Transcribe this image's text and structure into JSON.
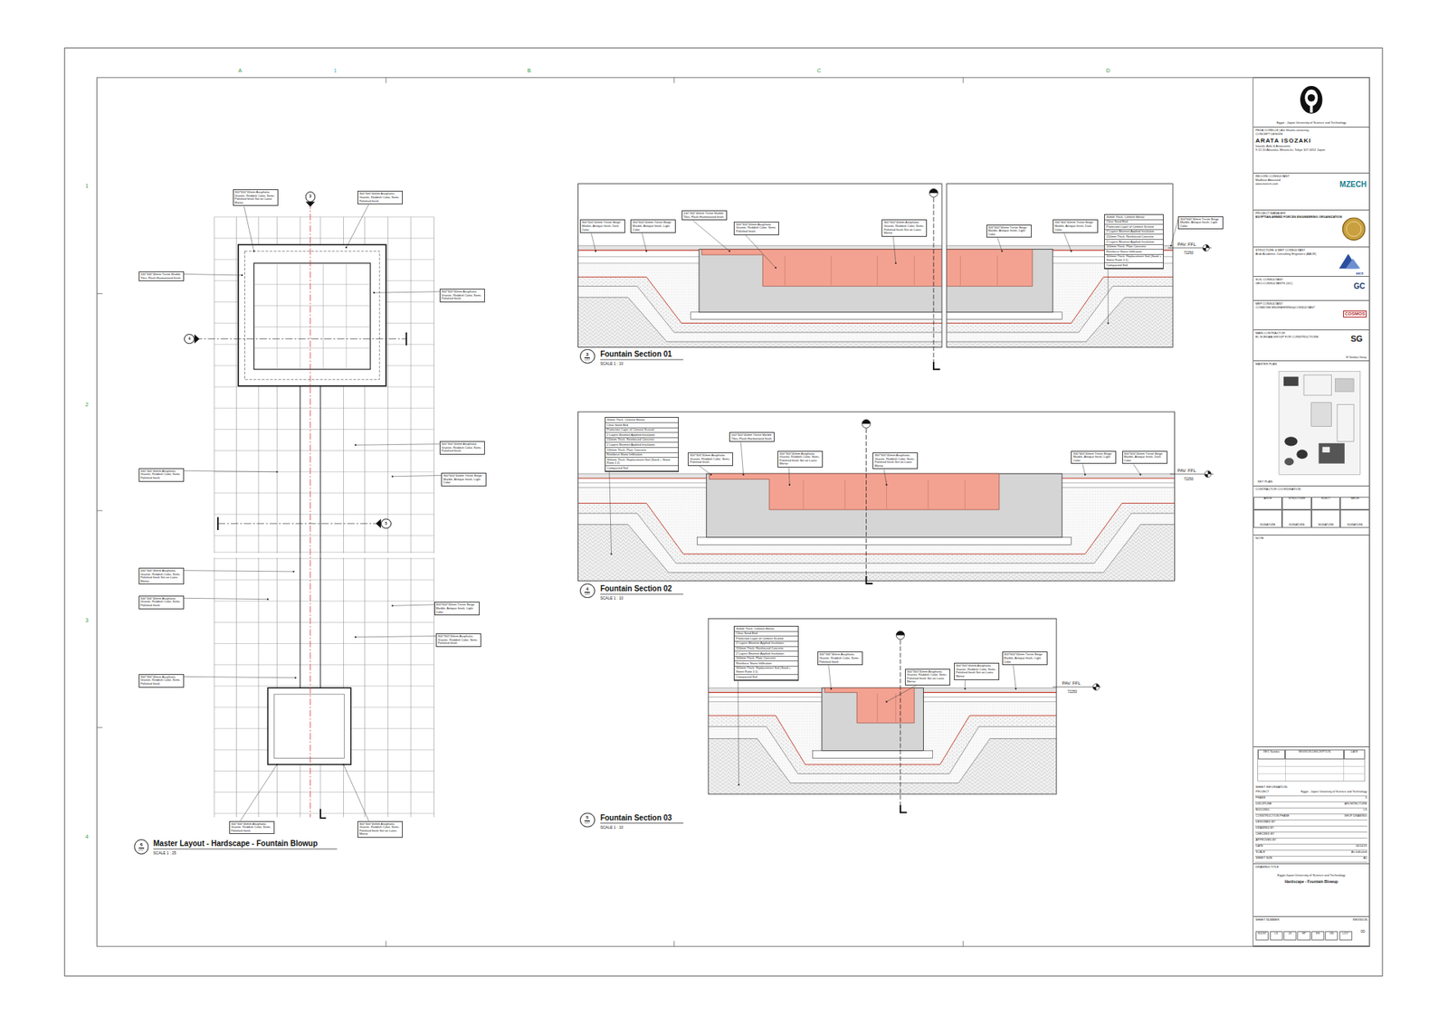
{
  "diagram": {
    "nodes": [
      {
        "text": [
          "300*600*40mm Asuphatia Granite, Reddish Color, Semi-Polished finish Set on Latex Mortar"
        ]
      },
      {
        "text": [
          "300*300*40mm Asuphatia Granite, Reddish Color, Semi-Polished finish"
        ]
      },
      {
        "text": [
          "100*300*40mm Treste Marble Tiles, Flush Harmonized finish"
        ]
      },
      {
        "text": [
          "300*300*40mm Asuphatia Granite, Reddish Color, Semi-Polished finish"
        ]
      },
      {
        "text": [
          "300*300*40mm Asuphatia Granite, Reddish Color, Semi-Polished finish"
        ]
      },
      {
        "text": [
          "300*300*40mm Asuphatia Granite, Reddish Color, Semi-Polished finish"
        ]
      },
      {
        "text": [
          "300*600*40mm Treste Beige Marble, Antique finish, Light Color"
        ]
      },
      {
        "text": [
          "300*300*40mm Asuphatia Granite, Reddish Color, Semi-Polished finish Set on Latex Mortar"
        ]
      },
      {
        "text": [
          "300*300*40mm Asuphatia Granite, Reddish Color, Semi-Polished finish"
        ]
      },
      {
        "text": [
          "300*600*40mm Treste Beige Marble, Antique finish, Light Color"
        ]
      },
      {
        "text": [
          "300*300*40mm Asuphatia Granite, Reddish Color, Semi-Polished finish"
        ]
      },
      {
        "text": [
          "300*300*40mm Asuphatia Granite, Reddish Color, Semi-Polished finish"
        ]
      },
      {
        "text": [
          "300*300*40mm Asuphatia Granite, Reddish Color, Semi-Polished finish"
        ]
      },
      {
        "text": [
          "300*300*40mm Asuphatia Granite, Reddish Color, Semi-Polished finish Set on Latex Mortar"
        ]
      },
      {
        "text": [
          "3"
        ]
      },
      {
        "text": [
          "4"
        ]
      },
      {
        "text": [
          "5"
        ]
      },
      {
        "text": [
          "300*600*40mm Treste Beige Marble, Antique finish, Dark Color"
        ]
      },
      {
        "text": [
          "300*600*40mm Treste Beige Marble, Antique finish, Light Color"
        ]
      },
      {
        "text": [
          "100*300*40mm Treste Marble Tiles, Flush Harmonized finish"
        ]
      },
      {
        "text": [
          "300*300*40mm Asuphatia Granite, Reddish Color, Semi-Polished finish"
        ]
      },
      {
        "text": [
          "300*300*40mm Asuphatia Granite, Reddish Color, Semi-Polished finish Set on Latex Mortar"
        ]
      },
      {
        "text": [
          "300*600*40mm Treste Beige Marble, Antique finish, Light Color"
        ]
      },
      {
        "text": [
          "300*600*40mm Treste Beige Marble, Antique finish, Dark Color"
        ]
      },
      {
        "text": [
          "30mm Thick. Cement Mortar",
          "Clear Sand Bed",
          "Protection Layer of Cement Screed",
          "2 Layers Bitumen Applied Insulation",
          "150mm Thick. Reinforced Concrete",
          "2 Layers Bitumen Applied Insulation",
          "100mm Thick. Plain Concrete",
          "Reinforce Stone Infiltration",
          "300mm Thick. Replacement Soil (Sand + Stone Ratio 1:1)",
          "Compacted Soil"
        ]
      },
      {
        "text": [
          "300*600*40mm Treste Beige Marble, Antique finish, Light Color"
        ]
      },
      {
        "text": [
          "30mm Thick. Cement Mortar",
          "Clear Sand Bed",
          "Protection Layer of Cement Screed",
          "2 Layers Bitumen Applied Insulation",
          "150mm Thick. Reinforced Concrete",
          "2 Layers Bitumen Applied Insulation",
          "100mm Thick. Plain Concrete",
          "Reinforce Stone Infiltration",
          "300mm Thick. Replacement Soil (Sand + Stone Ratio 1:1)",
          "Compacted Soil"
        ]
      },
      {
        "text": [
          "100*300*40mm Treste Marble Tiles, Flush Harmonized finish"
        ]
      },
      {
        "text": [
          "300*300*40mm Asuphatia Granite, Reddish Color, Semi-Polished finish"
        ]
      },
      {
        "text": [
          "300*300*40mm Asuphatia Granite, Reddish Color, Semi-Polished finish Set on Latex Mortar"
        ]
      },
      {
        "text": [
          "300*300*40mm Asuphatia Granite, Reddish Color, Semi-Polished finish Set on Latex Mortar"
        ]
      },
      {
        "text": [
          "300*600*40mm Treste Beige Marble, Antique finish, Light Color"
        ]
      },
      {
        "text": [
          "300*600*40mm Treste Beige Marble, Antique finish, Dark Color"
        ]
      },
      {
        "text": [
          "30mm Thick. Cement Mortar",
          "Clear Sand Bed",
          "Protection Layer of Cement Screed",
          "2 Layers Bitumen Applied Insulation",
          "150mm Thick. Reinforced Concrete",
          "2 Layers Bitumen Applied Insulation",
          "100mm Thick. Plain Concrete",
          "Reinforce Stone Infiltration",
          "300mm Thick. Replacement Soil (Sand + Stone Ratio 1:1)",
          "Compacted Soil"
        ]
      },
      {
        "text": [
          "300*300*40mm Asuphatia Granite, Reddish Color, Semi-Polished finish"
        ]
      },
      {
        "text": [
          "300*300*40mm Asuphatia Granite, Reddish Color, Semi-Polished finish Set on Latex Mortar"
        ]
      },
      {
        "text": [
          "300*300*40mm Asuphatia Granite, Reddish Color, Semi-Polished finish Set on Latex Mortar"
        ]
      },
      {
        "text": [
          "300*600*40mm Treste Beige Marble, Antique finish, Light Color"
        ]
      },
      {
        "text": [
          "3",
          "L217"
        ]
      },
      {
        "text": [
          "4",
          "L217"
        ]
      },
      {
        "text": [
          "5",
          "L217"
        ]
      },
      {
        "text": [
          "6",
          "L217"
        ]
      },
      {
        "text": [
          "Egypt - Japan University of Science and Technology"
        ]
      },
      {
        "text": [
          "PEDA CORELLE | Ain Shams university",
          "CONCEPT DESIGN",
          "ARATA ISOZAKI",
          "Isozaki, Aoki & Associates",
          "9-12-10 Akasaka, Minato-ku, Tokyo 107-0052 Japan"
        ]
      },
      {
        "text": [
          "RECORD CONSULTANT",
          "MZECH",
          "Madkour Abouseid",
          "www.mzech.com"
        ]
      },
      {
        "text": [
          "PROJECT MANAGER",
          "EGYPTIAN ARMED FORCES ENGINEERING ORGANIZATION"
        ]
      },
      {
        "text": [
          "STRUCTURE & MEP CONSULTANT",
          "Arab Academic Consulting Engineers (AACE)",
          "AACE"
        ]
      },
      {
        "text": [
          "SOIL CONSULTANT",
          "GEO-CONSULTANTS (GC)",
          "GC"
        ]
      },
      {
        "text": [
          "MEP CONSULTANT",
          "COSMOSE ENGINEERING&CONSULTANT",
          "COSMOS"
        ]
      },
      {
        "text": [
          "MAIN CONTRACTOR",
          "EL SOEDAA GROUP FOR CONSTRUCTIONS",
          "SG",
          "El Soedaa Group"
        ]
      },
      {
        "text": [
          "MASTER PLAN",
          "KEY PLAN"
        ]
      },
      {
        "text": [
          "CONTRACTOR COORDINATION"
        ]
      },
      {
        "text": [
          "ARCH"
        ],
        "in": 51
      },
      {
        "text": [
          "STRUCTURE"
        ],
        "in": 51
      },
      {
        "text": [
          "ELECT"
        ],
        "in": 51
      },
      {
        "text": [
          "MECH"
        ],
        "in": 51
      },
      {
        "text": [
          "SIGNATURE"
        ],
        "in": 51
      },
      {
        "text": [
          "SIGNATURE"
        ],
        "in": 51
      },
      {
        "text": [
          "SIGNATURE"
        ],
        "in": 51
      },
      {
        "text": [
          "SIGNATURE"
        ],
        "in": 51
      },
      {
        "text": [
          "NOTE"
        ]
      },
      {
        "text": [
          "REV. Number"
        ]
      },
      {
        "text": [
          "REVISION DESCRIPTION"
        ]
      },
      {
        "text": [
          "DATE"
        ]
      },
      {
        "text": [
          "SHEET INFORMATION"
        ]
      },
      {
        "text": [
          "PROJECT",
          "Egypt - Japan University of Science and Technology"
        ],
        "in": 64
      },
      {
        "text": [
          "PHASE",
          "3"
        ],
        "in": 64
      },
      {
        "text": [
          "DISCIPLINE",
          "ARCHITECTURE"
        ],
        "in": 64
      },
      {
        "text": [
          "BUILDING",
          "LS"
        ],
        "in": 64
      },
      {
        "text": [
          "CONSTRUCTION PHASE",
          "SHOP DRAWING"
        ],
        "in": 64
      },
      {
        "text": [
          "DESIGNED BY"
        ],
        "in": 64
      },
      {
        "text": [
          "DRAWING BY"
        ],
        "in": 64
      },
      {
        "text": [
          "CHECKED BY"
        ],
        "in": 64
      },
      {
        "text": [
          "APPROVED BY"
        ],
        "in": 64
      },
      {
        "text": [
          "DATE",
          "06/14/23"
        ],
        "in": 64
      },
      {
        "text": [
          "SCALE",
          "As indicated"
        ],
        "in": 64
      },
      {
        "text": [
          "SHEET SIZE",
          "A0"
        ],
        "in": 64
      },
      {
        "text": [
          "DRAWING TITLE",
          "Egypt-Japan University of Science and Technology",
          "Hardscape - Fountain Blowup"
        ]
      },
      {
        "text": [
          "SHEET NUMBER",
          "REVISION",
          "00"
        ]
      },
      {
        "text": [
          "EJUST"
        ],
        "in": 78
      },
      {
        "text": [
          "LS"
        ],
        "in": 78
      },
      {
        "text": [
          "03"
        ],
        "in": 78
      },
      {
        "text": [
          "HP"
        ],
        "in": 78
      },
      {
        "text": [
          "HS"
        ],
        "in": 78
      },
      {
        "text": [
          "GN"
        ],
        "in": 78
      },
      {
        "text": [
          "L217"
        ],
        "in": 78
      }
    ],
    "labels": [
      "A",
      "1",
      "B",
      "C",
      "D",
      "1",
      "2",
      "3",
      "4",
      "Master Layout - Hardscape - Fountain Blowup",
      "SCALE 1 : 25",
      "Fountain Section 01",
      "SCALE 1 : 10",
      "Fountain Section 02",
      "SCALE 1 : 10",
      "Fountain Section 03",
      "SCALE 1 : 10",
      "PAV. FFL",
      "72250",
      "PAV. FFL",
      "72250",
      "PAV. FFL",
      "72250"
    ]
  }
}
